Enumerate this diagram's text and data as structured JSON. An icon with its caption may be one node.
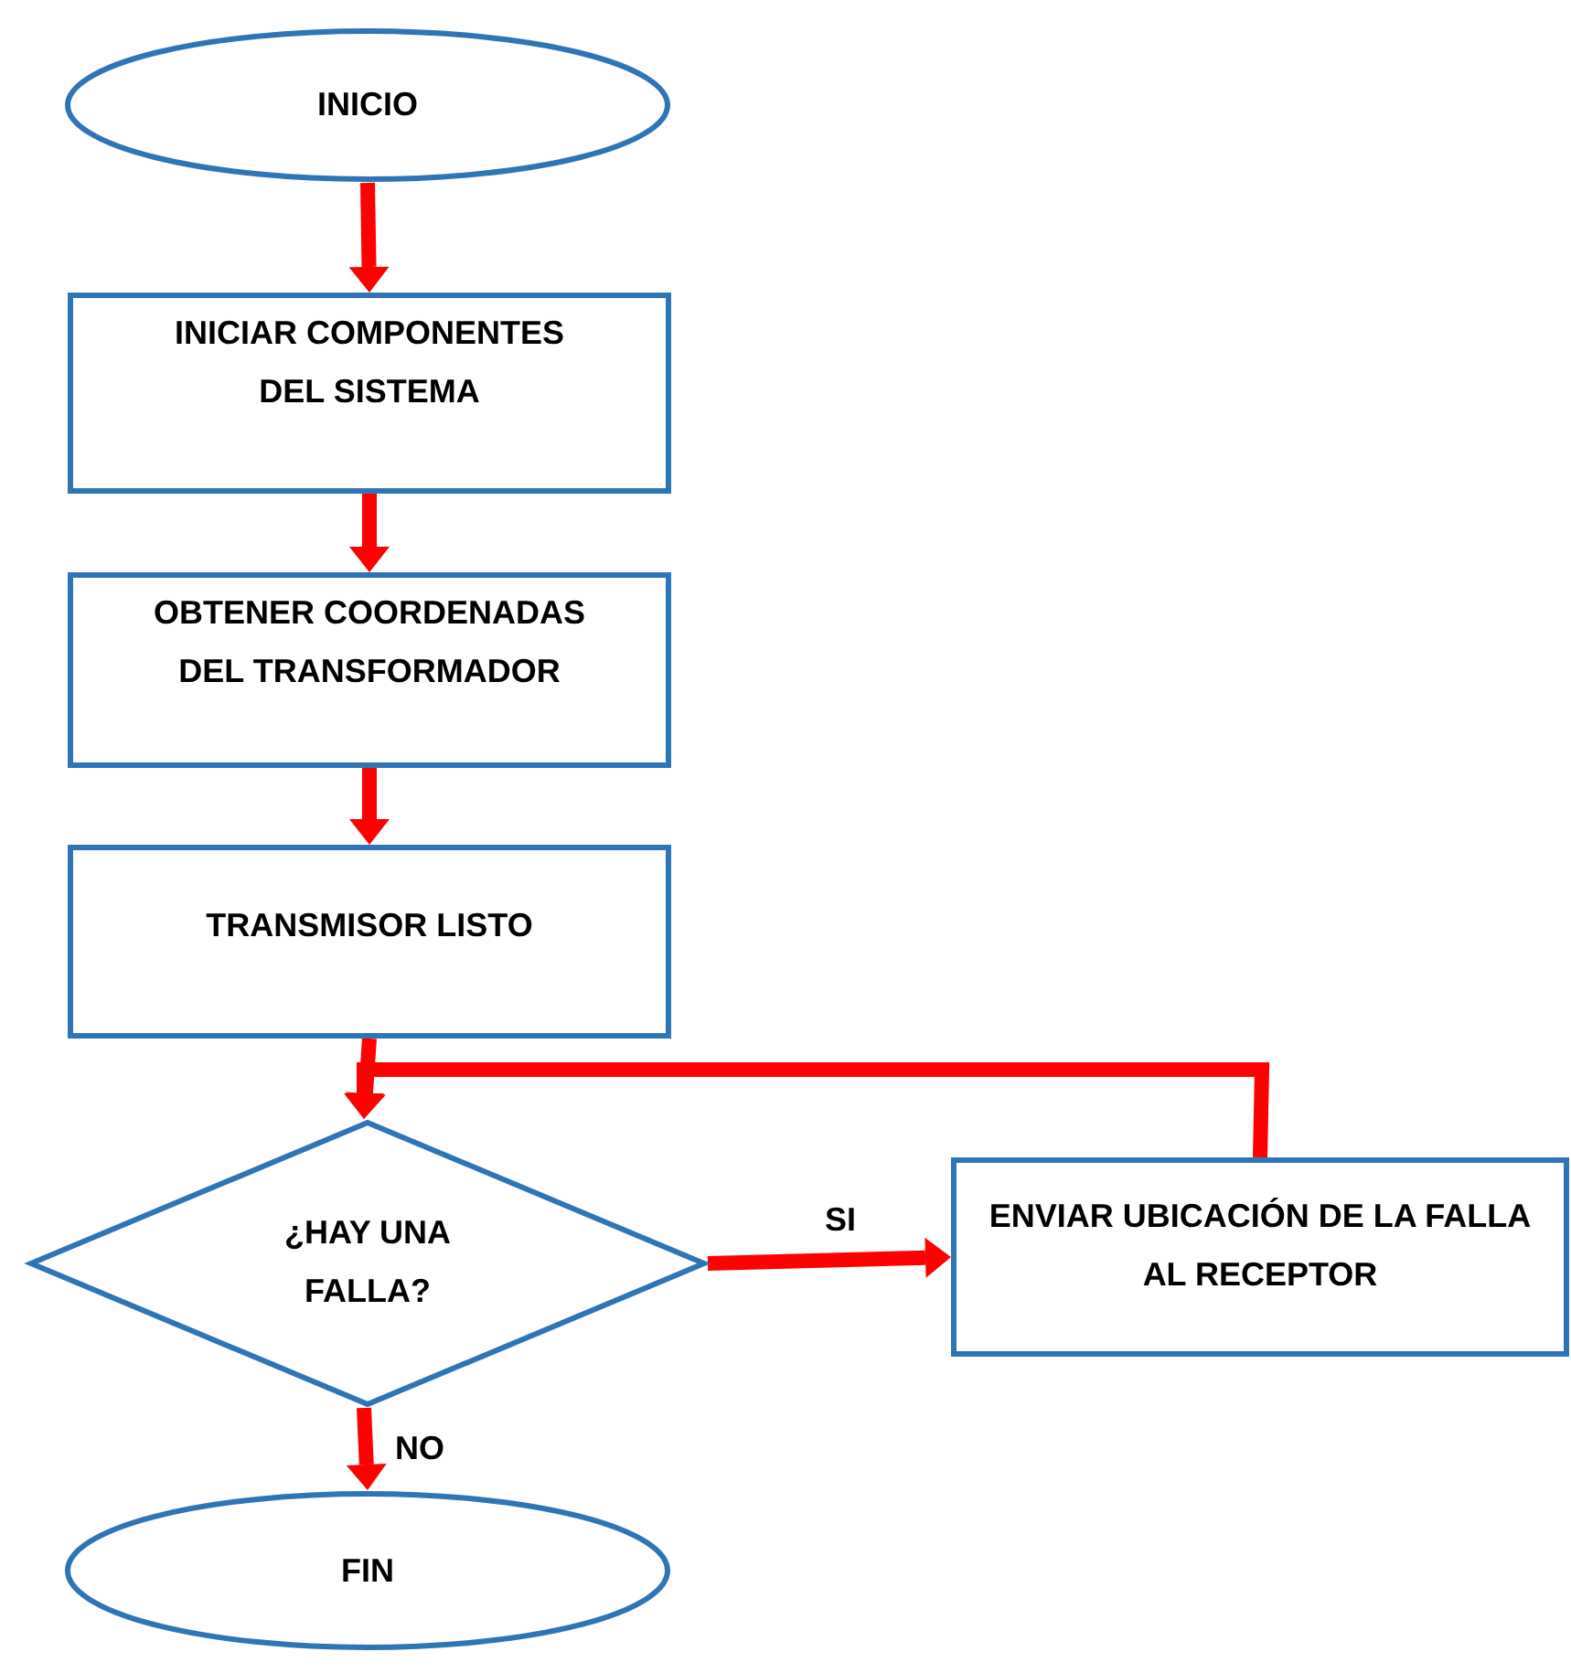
{
  "diagram": {
    "nodes": [
      {
        "text": [
          "INICIO"
        ]
      },
      {
        "text": [
          "INICIAR COMPONENTES DEL SISTEMA"
        ]
      },
      {
        "text": [
          "OBTENER COORDENADAS DEL TRANSFORMADOR"
        ]
      },
      {
        "text": [
          "TRANSMISOR LISTO"
        ]
      },
      {
        "text": [
          "¿HAY UNA FALLA?"
        ]
      },
      {
        "text": [
          "ENVIAR UBICACIÓN DE LA FALLA AL RECEPTOR"
        ]
      },
      {
        "text": [
          "FIN"
        ]
      }
    ],
    "edges": [
      {
        "from": 0,
        "to": 1,
        "arrow": "to"
      },
      {
        "from": 1,
        "to": 2,
        "arrow": "to"
      },
      {
        "from": 2,
        "to": 3,
        "arrow": "to"
      },
      {
        "from": 3,
        "to": 4,
        "arrow": "to"
      },
      {
        "from": 4,
        "to": 5,
        "arrow": "to",
        "label": "SI"
      },
      {
        "from": 5,
        "to": 4,
        "arrow": "to"
      },
      {
        "from": 4,
        "to": 6,
        "arrow": "to",
        "label": "NO"
      }
    ]
  }
}
